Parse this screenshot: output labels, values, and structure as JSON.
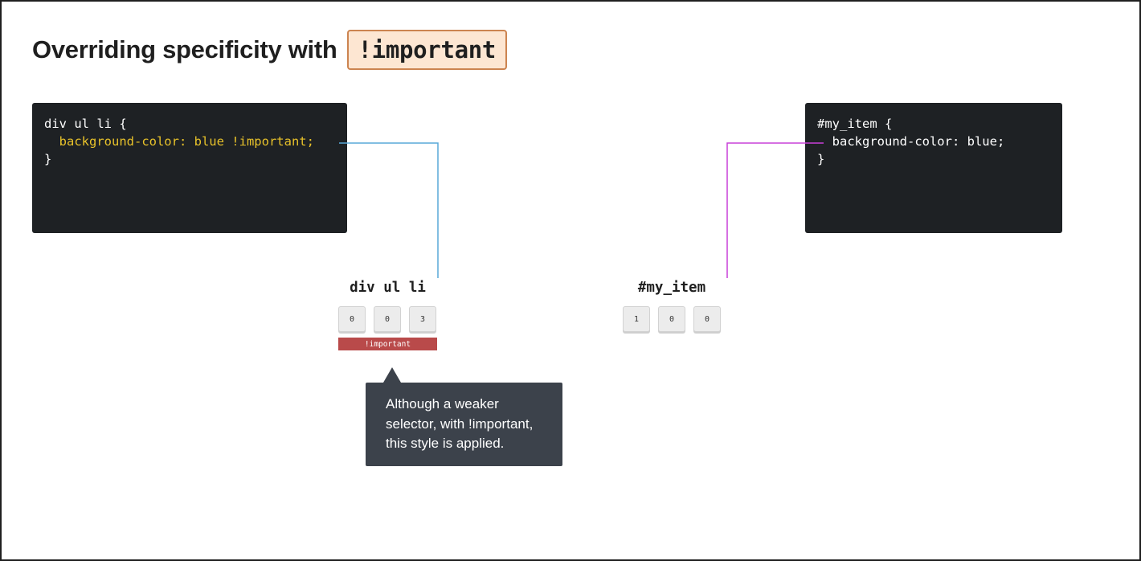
{
  "title": {
    "text": "Overriding specificity with",
    "badge": "!important"
  },
  "left_rule": {
    "lines": [
      "div ul li {",
      "  background-color: blue !important;",
      "}"
    ],
    "highlighted_line": 1,
    "highlight_color": "#e8c22a"
  },
  "right_rule": {
    "lines": [
      "#my_item {",
      "  background-color: blue;",
      "}"
    ]
  },
  "left_specificity": {
    "selector": "div ul li",
    "values": [
      "0",
      "0",
      "3"
    ],
    "flag": "!important",
    "flag_color": "#b94a4a",
    "connector_color": "#58a9d8"
  },
  "right_specificity": {
    "selector": "#my_item",
    "values": [
      "1",
      "0",
      "0"
    ],
    "connector_color": "#c840d8"
  },
  "tooltip": {
    "text_lines": [
      "Although a weaker",
      "selector, with !important,",
      "this style is applied."
    ]
  }
}
